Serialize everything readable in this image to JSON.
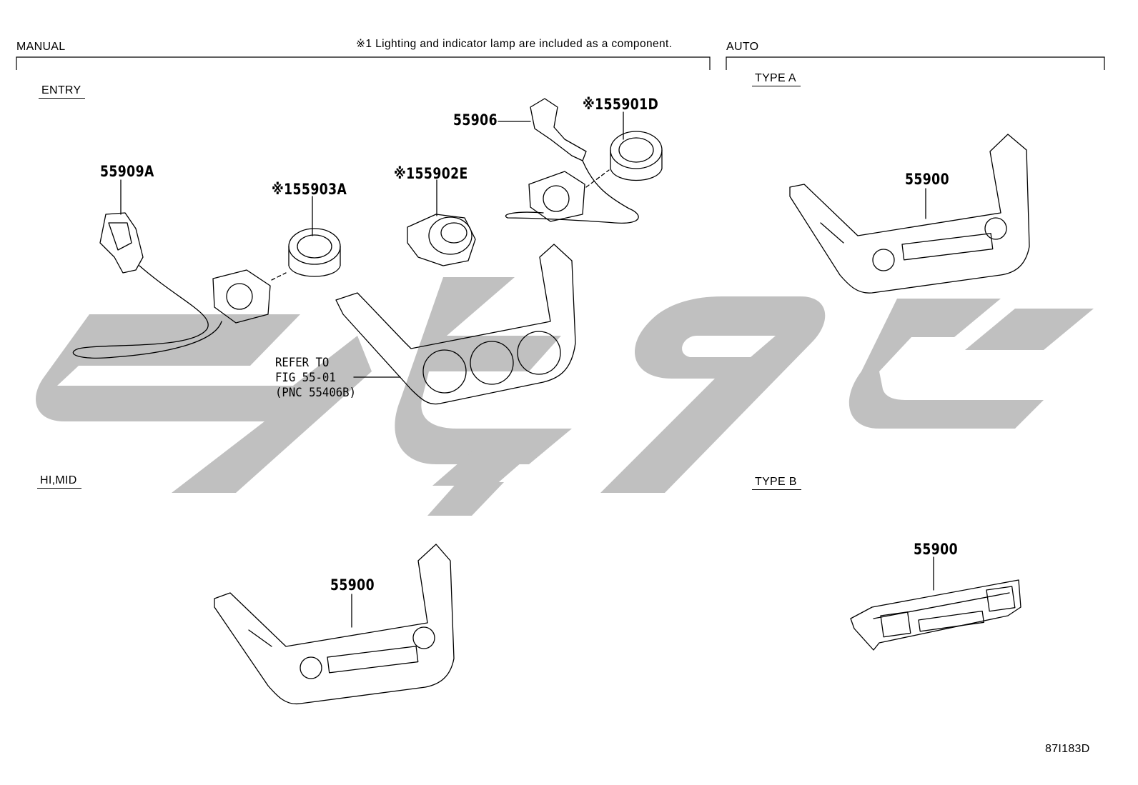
{
  "sections": {
    "manual": "MANUAL",
    "auto": "AUTO",
    "entry": "ENTRY",
    "himid": "HI,MID",
    "type_a": "TYPE A",
    "type_b": "TYPE B"
  },
  "note": "※1 Lighting and indicator lamp are included as a component.",
  "parts": {
    "p55909a": "55909A",
    "p55903a": "※155903A",
    "p55902e": "※155902E",
    "p55906": "55906",
    "p55901d": "※155901D",
    "p55900_type_a": "55900",
    "p55900_himid": "55900",
    "p55900_type_b": "55900"
  },
  "refer": {
    "line1": "REFER TO",
    "line2": "FIG 55-01",
    "line3": "(PNC 55406B)"
  },
  "figure_id": "87I183D"
}
